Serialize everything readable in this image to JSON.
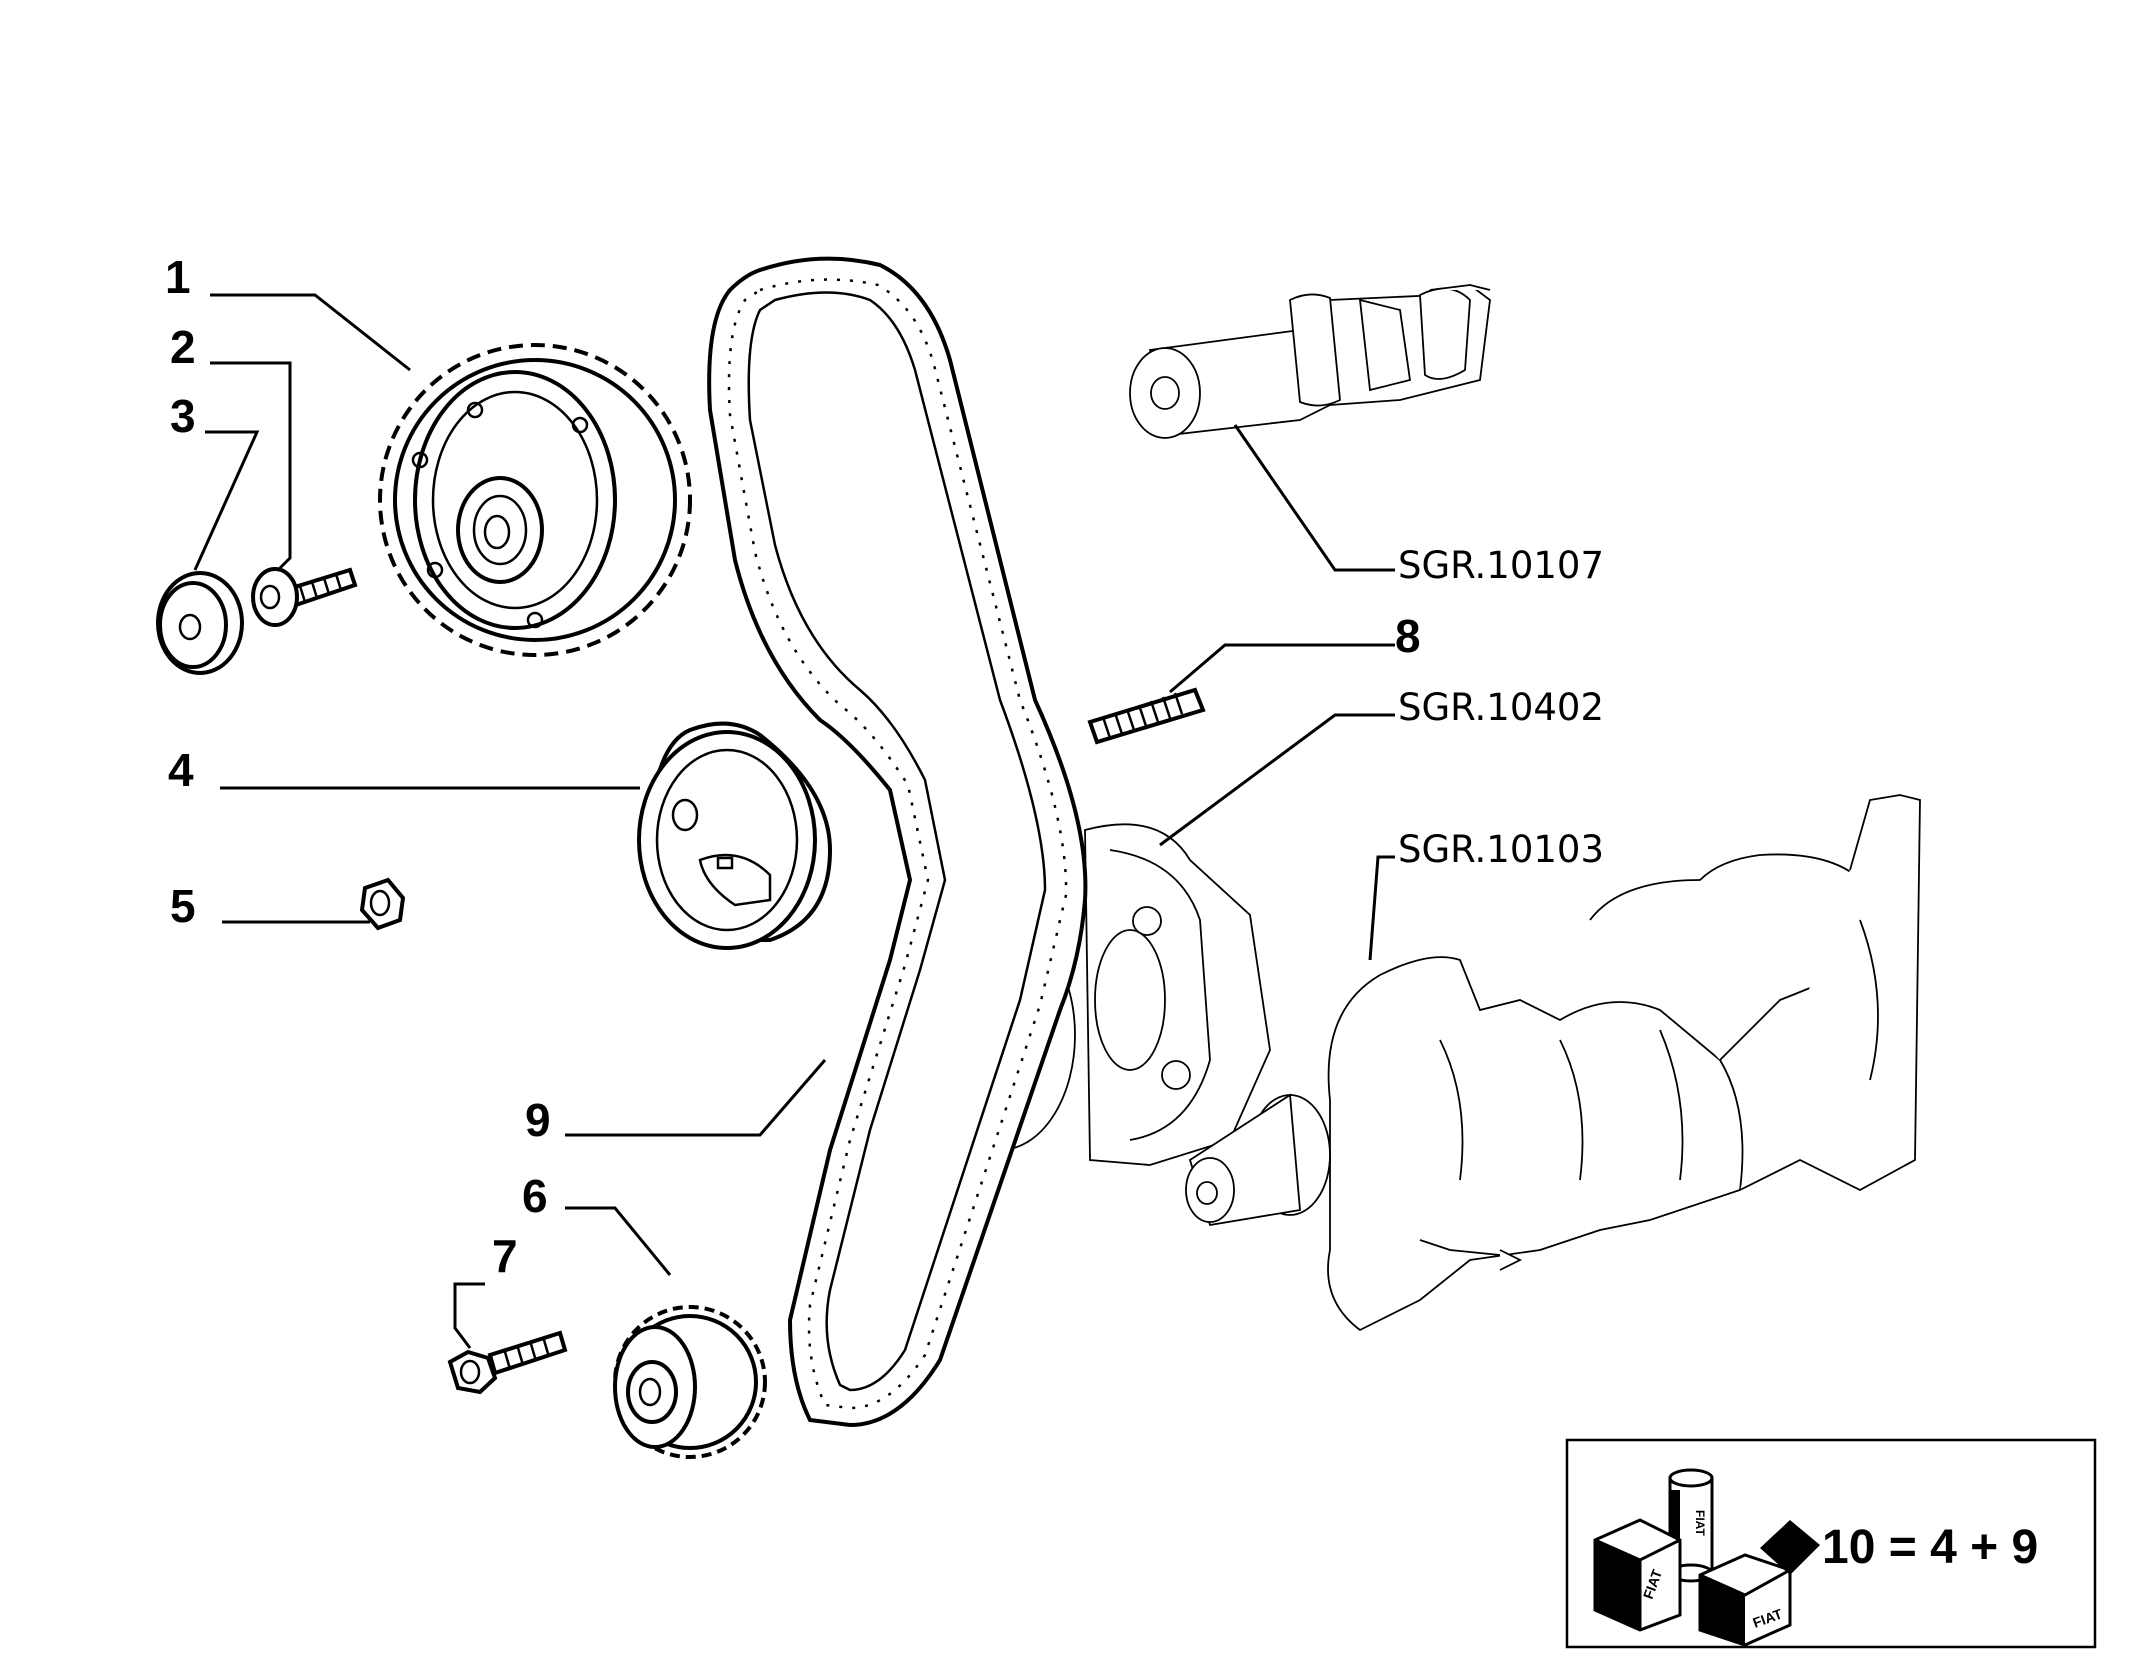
{
  "callouts": {
    "c1": "1",
    "c2": "2",
    "c3": "3",
    "c4": "4",
    "c5": "5",
    "c6": "6",
    "c7": "7",
    "c8": "8",
    "c9": "9"
  },
  "references": {
    "camshaft": "SGR.10107",
    "pump": "SGR.10402",
    "crankshaft": "SGR.10103"
  },
  "kit": {
    "formula": "10 = 4 + 9",
    "box_brand": "FIAT"
  }
}
